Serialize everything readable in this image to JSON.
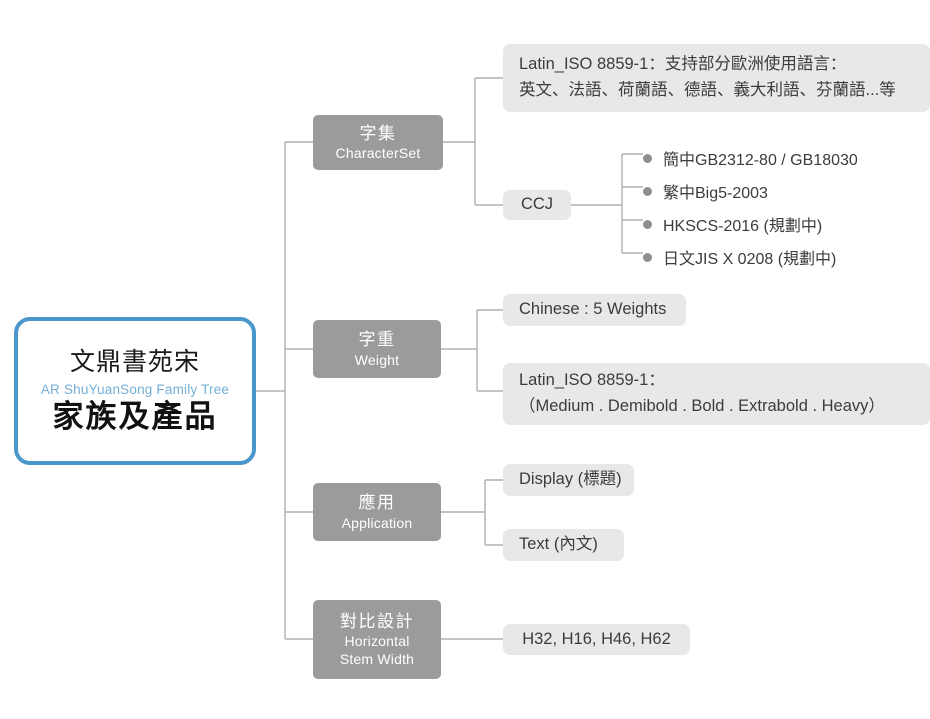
{
  "diagram": {
    "type": "tree",
    "root": {
      "title_cn": "文鼎書苑宋",
      "subtitle_en": "AR ShuYuanSong Family Tree",
      "title_main": "家族及產品",
      "border_color": "#4a97cb",
      "subtitle_color": "#74aed6"
    },
    "node_color": "#9b9b9b",
    "chip_color": "#e8e8e8",
    "line_color": "#b0b0b0",
    "branches": [
      {
        "cn": "字集",
        "en": "CharacterSet",
        "children": [
          {
            "kind": "chip",
            "lines": [
              "Latin_ISO 8859-1：支持部分歐洲使用語言：",
              "英文、法語、荷蘭語、德語、義大利語、芬蘭語...等"
            ]
          },
          {
            "kind": "chip",
            "lines": [
              "CCJ"
            ],
            "leaves": [
              "簡中GB2312-80 / GB18030",
              "繁中Big5-2003",
              "HKSCS-2016 (規劃中)",
              "日文JIS X 0208 (規劃中)"
            ]
          }
        ]
      },
      {
        "cn": "字重",
        "en": "Weight",
        "children": [
          {
            "kind": "chip",
            "lines": [
              "Chinese : 5 Weights"
            ]
          },
          {
            "kind": "chip",
            "lines": [
              "Latin_ISO 8859-1：",
              "（Medium . Demibold . Bold . Extrabold . Heavy）"
            ]
          }
        ]
      },
      {
        "cn": "應用",
        "en": "Application",
        "children": [
          {
            "kind": "chip",
            "lines": [
              "Display (標題)"
            ]
          },
          {
            "kind": "chip",
            "lines": [
              "Text (內文)"
            ]
          }
        ]
      },
      {
        "cn": "對比設計",
        "en": "Horizontal",
        "en2": "Stem Width",
        "children": [
          {
            "kind": "chip",
            "lines": [
              "H32, H16, H46, H62"
            ]
          }
        ]
      }
    ]
  }
}
